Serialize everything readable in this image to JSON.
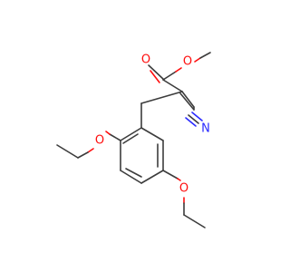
{
  "molecule": {
    "atoms": {
      "o_carbonyl": "O",
      "o_ester": "O",
      "o_ethoxy_ortho": "O",
      "o_ethoxy_meta": "O",
      "n_nitrile": "N"
    },
    "colors": {
      "bond": "#3c3c3c",
      "oxygen": "#ff0d0d",
      "nitrogen": "#2a2aff"
    }
  }
}
